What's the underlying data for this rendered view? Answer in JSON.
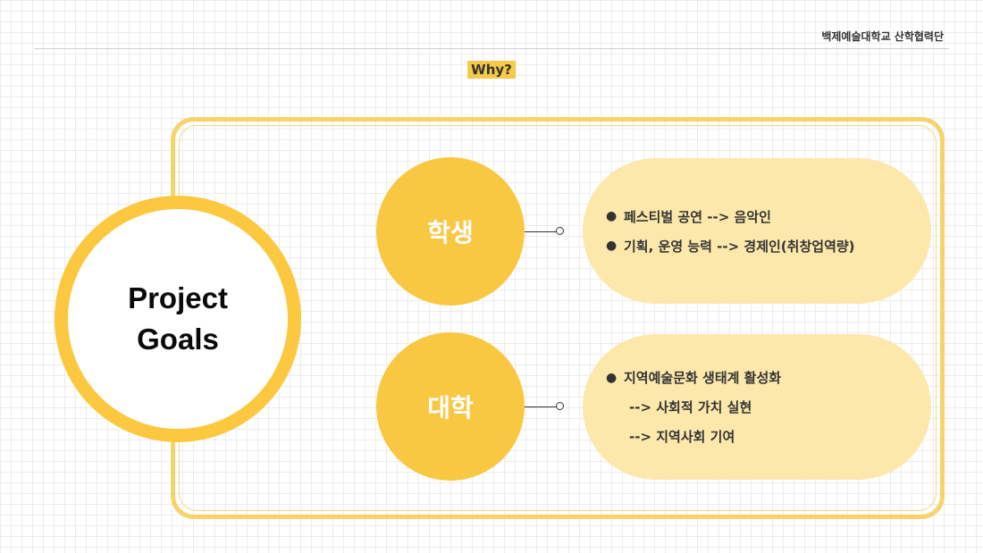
{
  "header": {
    "org_name": "백제예술대학교 산학협력단",
    "section_title": "Why?"
  },
  "center": {
    "line1": "Project",
    "line2": "Goals"
  },
  "students": {
    "label": "학생",
    "items": [
      "페스티벌 공연 --> 음악인",
      "기획, 운영 능력 --> 경제인(취창업역량)"
    ]
  },
  "university": {
    "label": "대학",
    "items": [
      "지역예술문화 생태계 활성화",
      "--> 사회적 가치 실현",
      "--> 지역사회 기여"
    ]
  },
  "colors": {
    "accent": "#f9c843",
    "pill": "#fde8ac",
    "frame": "#f7d36a"
  }
}
